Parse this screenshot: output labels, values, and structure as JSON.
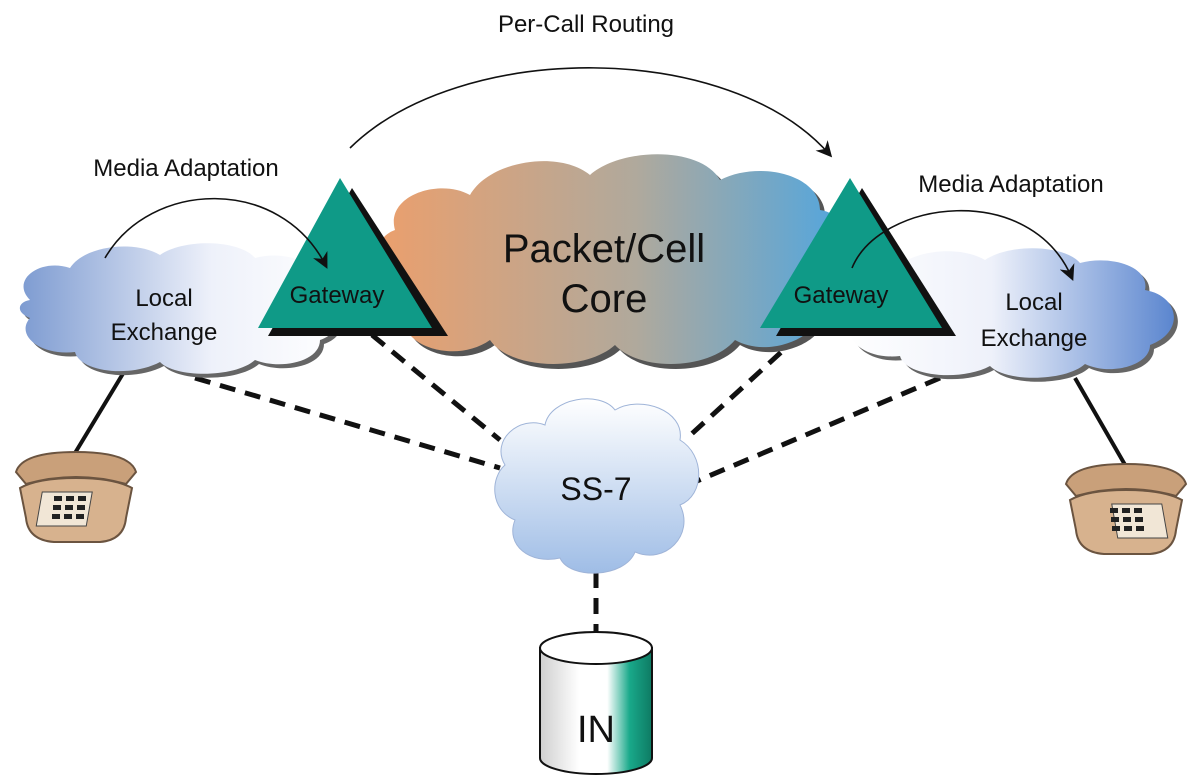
{
  "diagram": {
    "top_label": "Per-Call Routing",
    "left_adaptation_label": "Media Adaptation",
    "right_adaptation_label": "Media Adaptation",
    "core": {
      "line1": "Packet/Cell",
      "line2": "Core"
    },
    "left_gateway_label": "Gateway",
    "right_gateway_label": "Gateway",
    "left_exchange": {
      "line1": "Local",
      "line2": "Exchange"
    },
    "right_exchange": {
      "line1": "Local",
      "line2": "Exchange"
    },
    "ss7_label": "SS-7",
    "in_label": "IN"
  },
  "colors": {
    "gateway": "#0f9a87",
    "core_left": "#e8a074",
    "core_right": "#5fa8dc",
    "exchange": "#8aa8d8",
    "ss7": "#a9c3e6",
    "in_accent": "#1aa68a",
    "phone": "#d7b28e"
  },
  "icons": {
    "left_phone": "telephone-icon",
    "right_phone": "telephone-icon",
    "database": "database-cylinder-icon"
  }
}
